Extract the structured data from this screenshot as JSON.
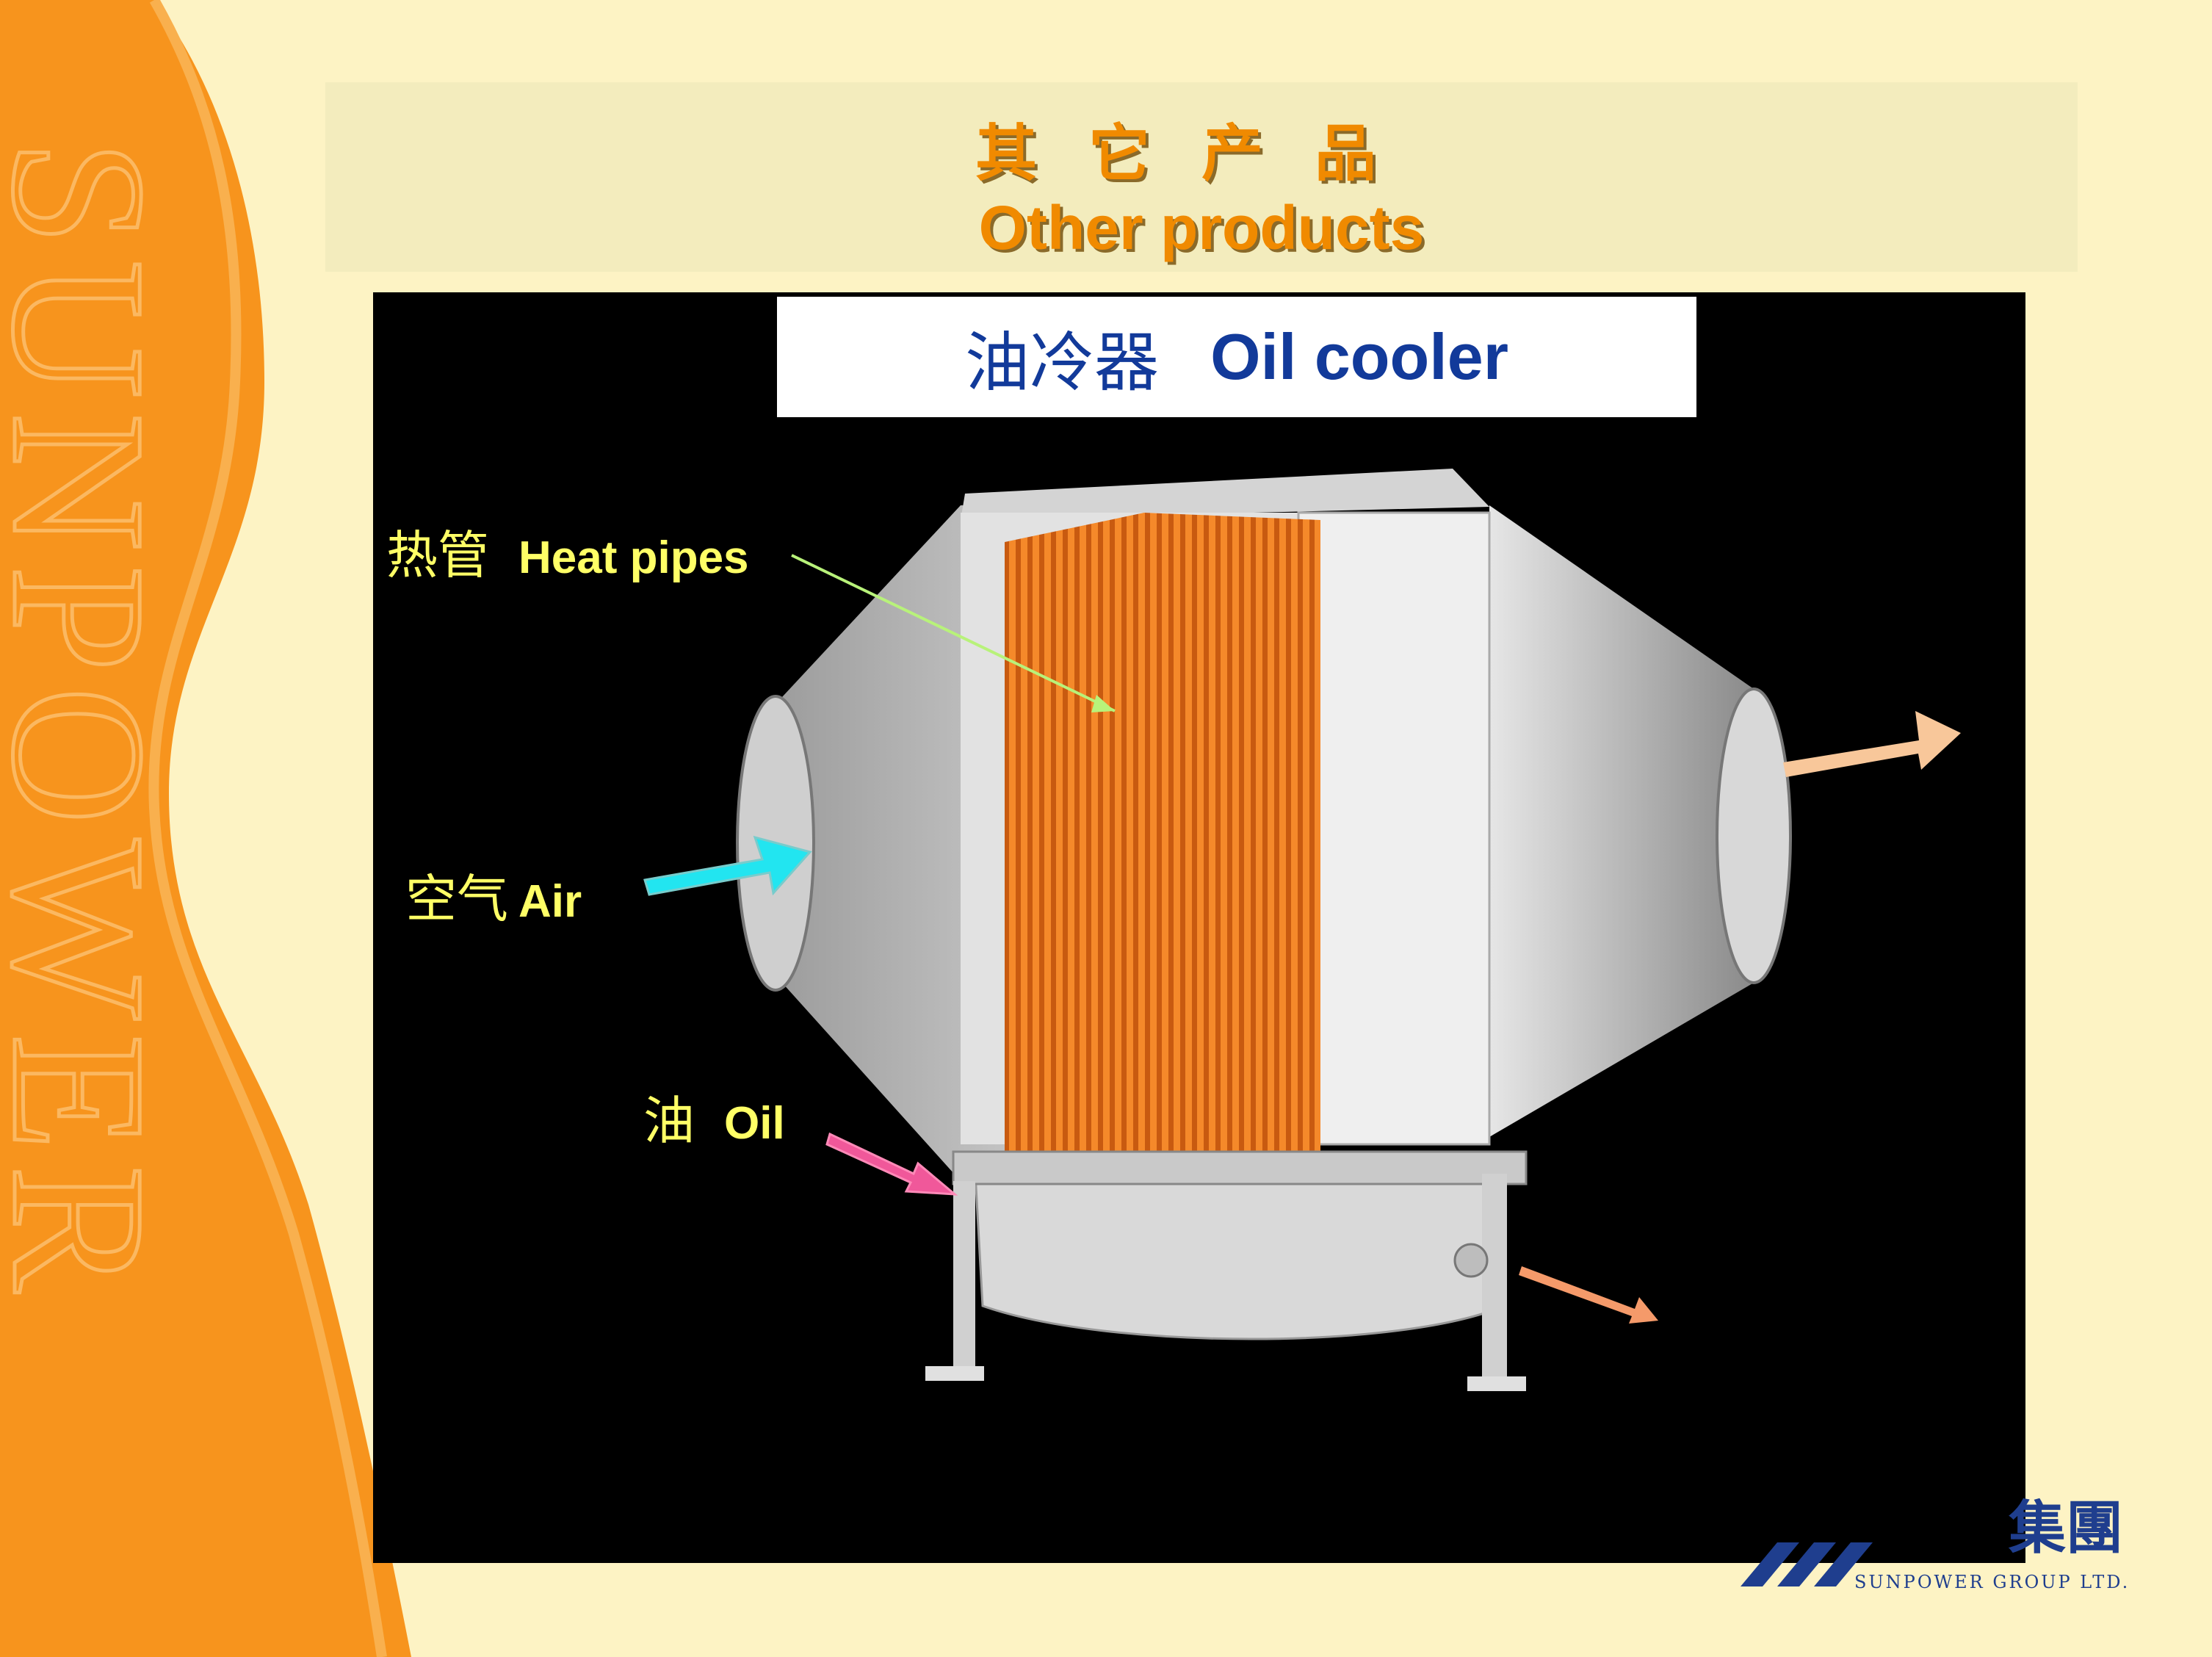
{
  "title": {
    "cn": "其它产品",
    "en": "Other products"
  },
  "caption": {
    "cn": "油冷器",
    "en": "Oil cooler"
  },
  "labels": {
    "heat_pipes": {
      "cn": "热管",
      "en": "Heat pipes"
    },
    "air": {
      "cn": "空气",
      "en": "Air"
    },
    "oil": {
      "cn": "油",
      "en": "Oil"
    }
  },
  "watermark": "SUNPOWER",
  "logo": {
    "cn": "集團",
    "en": "SUNPOWER GROUP LTD."
  },
  "colors": {
    "background": "#fdf3c4",
    "sidebar_orange": "#f7941d",
    "title_orange": "#f08a00",
    "caption_blue": "#123a9a",
    "label_yellow": "#ffff66",
    "air_arrow": "#22e5f0",
    "oil_arrow": "#f0589a",
    "out_arrow": "#f8c79a",
    "pipes_orange": "#f0781e"
  }
}
